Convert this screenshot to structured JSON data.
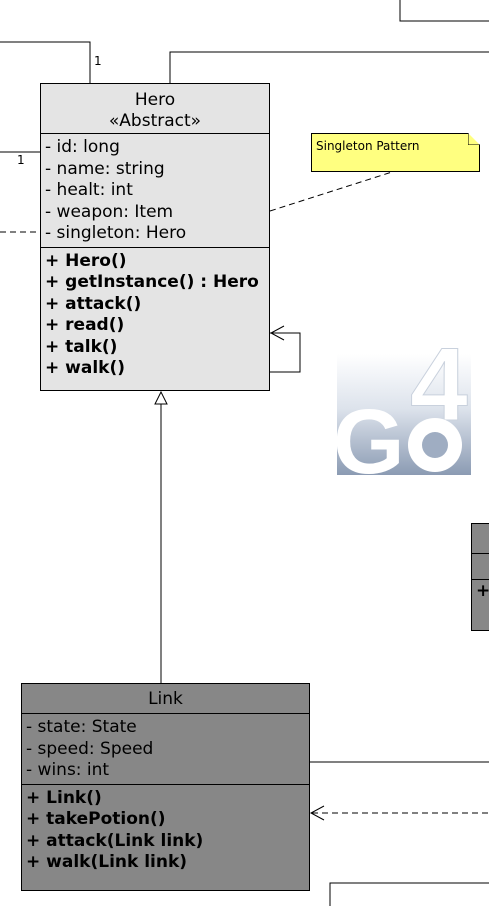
{
  "hero": {
    "name": "Hero",
    "stereotype": "«Abstract»",
    "attributes": [
      "- id: long",
      "- name: string",
      "- healt: int",
      "- weapon: Item",
      "- singleton: Hero"
    ],
    "operations": [
      "+ Hero()",
      "+ getInstance() : Hero",
      "+ attack()",
      "+ read()",
      "+ talk()",
      "+ walk()"
    ]
  },
  "link": {
    "name": "Link",
    "attributes": [
      "- state: State",
      "- speed: Speed",
      "- wins: int"
    ],
    "operations": [
      "+ Link()",
      "+ takePotion()",
      "+ attack(Link link)",
      "+ walk(Link link)"
    ]
  },
  "note": {
    "text": "Singleton Pattern"
  },
  "multiplicities": {
    "top": "1",
    "left": "1"
  },
  "partial_class": {
    "op_fragment": "+"
  },
  "logo": {
    "text": "Go4",
    "name": "go4-logo"
  },
  "colors": {
    "hero_fill": "#e4e4e4",
    "link_fill": "#878787",
    "note_fill": "#ffff80"
  }
}
